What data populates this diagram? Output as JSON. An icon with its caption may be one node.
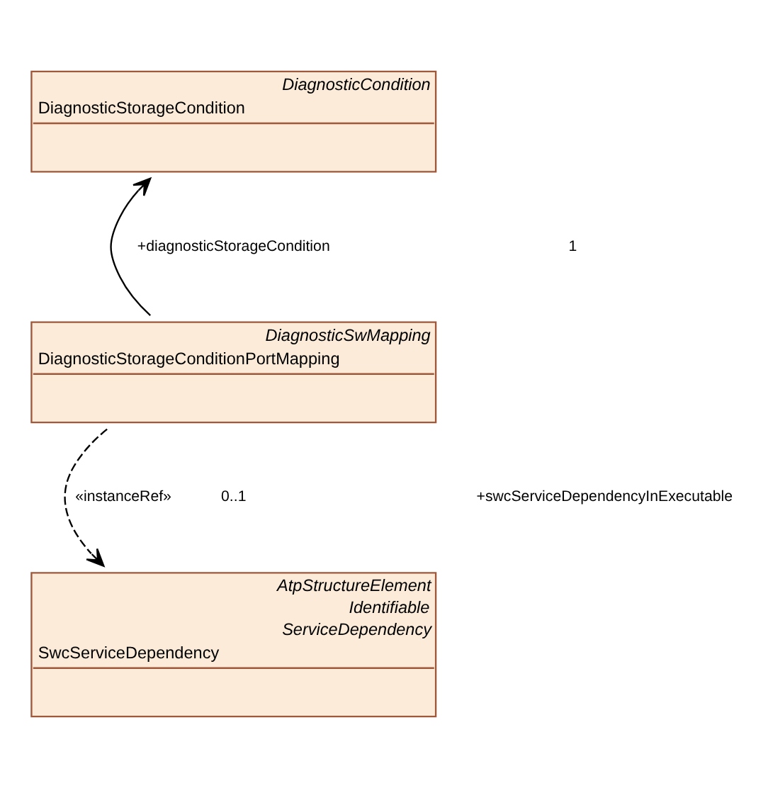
{
  "diagram": {
    "nodes": [
      {
        "text": [
          "DiagnosticCondition",
          "DiagnosticStorageCondition"
        ]
      },
      {
        "text": [
          "DiagnosticSwMapping",
          "DiagnosticStorageConditionPortMapping"
        ]
      },
      {
        "text": [
          "AtpStructureElement",
          "Identifiable",
          "ServiceDependency",
          "SwcServiceDependency"
        ]
      }
    ],
    "edges": [
      {
        "from": 1,
        "to": 0,
        "arrow": "to"
      },
      {
        "from": 1,
        "to": 2,
        "arrow": "to",
        "style": "dashed",
        "label": "«instanceRef»"
      }
    ],
    "labels": [
      "+diagnosticStorageCondition",
      "1",
      "0..1",
      "+swcServiceDependencyInExecutable"
    ]
  }
}
